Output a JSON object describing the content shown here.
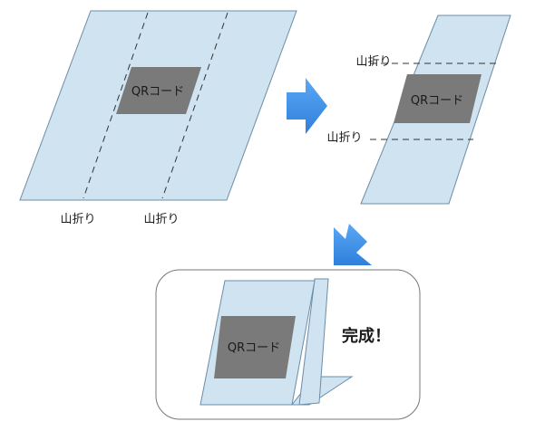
{
  "step1": {
    "qr_label": "QRコード",
    "fold_label_left": "山折り",
    "fold_label_right": "山折り"
  },
  "step2": {
    "qr_label": "QRコード",
    "fold_label_top": "山折り",
    "fold_label_bottom": "山折り"
  },
  "result": {
    "qr_label": "QRコード",
    "done_label": "完成！"
  },
  "colors": {
    "paper": "#cfe3f1",
    "paper_stroke": "#6c8ca6",
    "qr_fill": "#7a7a7a",
    "arrow": "#3d8ee8",
    "frame_stroke": "#777777"
  }
}
